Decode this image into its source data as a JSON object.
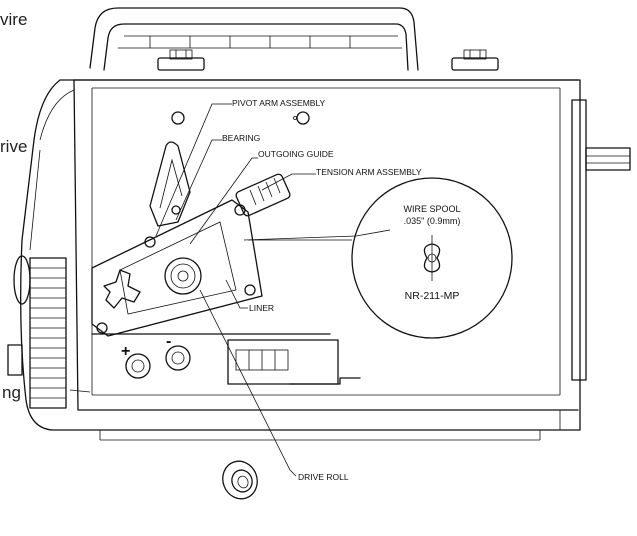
{
  "edge_text": {
    "top_left": "vire",
    "mid_left": "rive",
    "bottom_left": "ng"
  },
  "callouts": {
    "pivot_arm_assembly": "PIVOT ARM ASSEMBLY",
    "bearing": "BEARING",
    "outgoing_guide": "OUTGOING GUIDE",
    "tension_arm_assembly": "TENSION ARM ASSEMBLY",
    "liner": "LINER",
    "drive_roll": "DRIVE ROLL"
  },
  "wire_spool": {
    "title": "WIRE SPOOL",
    "size": ".035\" (0.9mm)",
    "model": "NR-211-MP"
  },
  "terminals": {
    "positive": "+",
    "negative": "-"
  }
}
